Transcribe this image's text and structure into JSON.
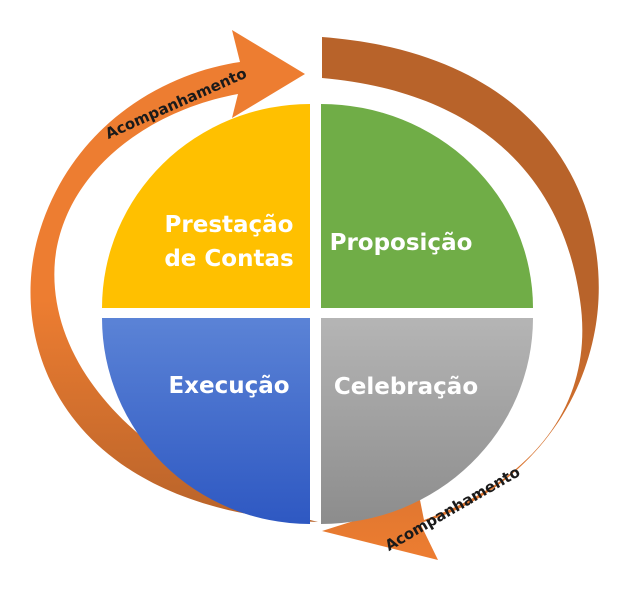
{
  "quadrants": {
    "top_left": {
      "line1": "Prestação",
      "line2": "de Contas",
      "color": "#FFC000"
    },
    "top_right": {
      "label": "Proposição",
      "color": "#70AD47"
    },
    "bottom_left": {
      "label": "Execução",
      "color_top": "#5B83D6",
      "color_bottom": "#2E58C2"
    },
    "bottom_right": {
      "label": "Celebração",
      "color_top": "#B5B5B5",
      "color_bottom": "#8C8C8C"
    }
  },
  "arrows": {
    "top_left_label": "Acompanhamento",
    "bottom_right_label": "Acompanhamento",
    "front_color": "#ED7D31",
    "back_color": "#B8632A"
  }
}
